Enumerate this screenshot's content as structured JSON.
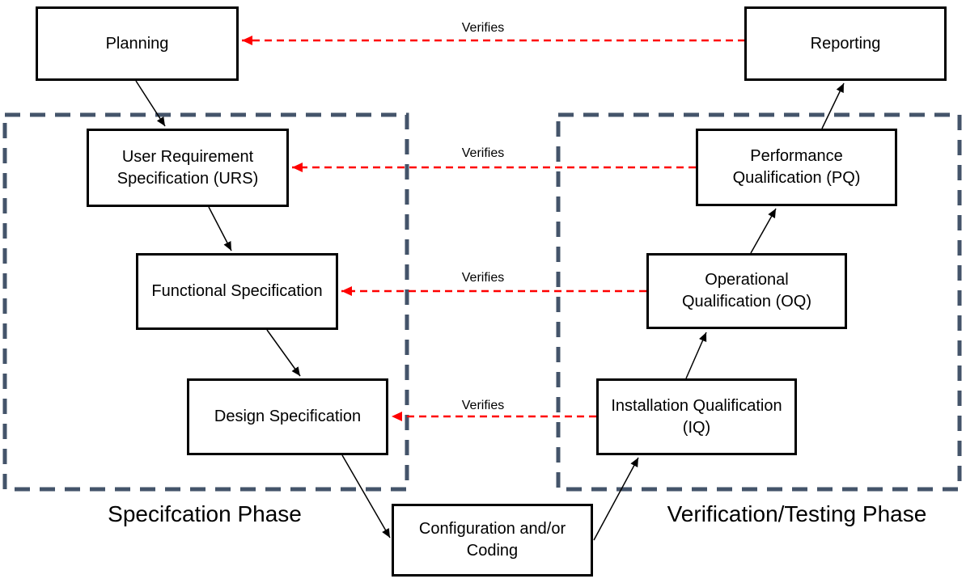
{
  "diagram": {
    "nodes": [
      {
        "id": "planning",
        "label": "Planning"
      },
      {
        "id": "urs",
        "label": "User Requirement Specification (URS)"
      },
      {
        "id": "functional-spec",
        "label": "Functional Specification"
      },
      {
        "id": "design-spec",
        "label": "Design Specification"
      },
      {
        "id": "config-coding",
        "label": "Configuration and/or Coding"
      },
      {
        "id": "iq",
        "label": "Installation Qualification (IQ)"
      },
      {
        "id": "oq",
        "label": "Operational Qualification (OQ)"
      },
      {
        "id": "pq",
        "label": "Performance Qualification (PQ)"
      },
      {
        "id": "reporting",
        "label": "Reporting"
      }
    ],
    "phase_labels": {
      "left": "Specifcation Phase",
      "right": "Verification/Testing Phase"
    },
    "connector_labels": [
      "Verifies",
      "Verifies",
      "Verifies",
      "Verifies"
    ],
    "colors": {
      "verifies_arrow": "#FF0000",
      "phase_container_border": "#44546A",
      "node_border": "#000000",
      "background": "#FFFFFF"
    }
  }
}
